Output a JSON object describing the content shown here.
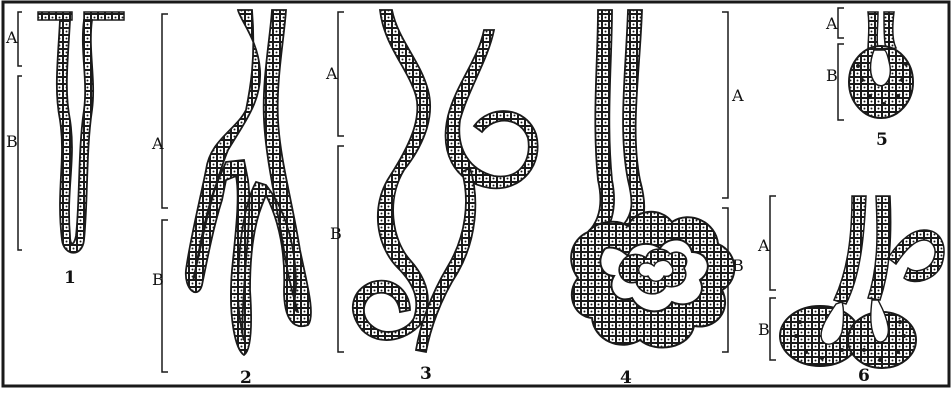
{
  "diagram": {
    "figures": [
      {
        "number": "1",
        "labels": [
          "A",
          "B"
        ]
      },
      {
        "number": "2",
        "labels": [
          "A",
          "B"
        ]
      },
      {
        "number": "3",
        "labels": [
          "A",
          "B"
        ]
      },
      {
        "number": "4",
        "labels": [
          "A",
          "B"
        ]
      },
      {
        "number": "5",
        "labels": [
          "A",
          "B"
        ]
      },
      {
        "number": "6",
        "labels": [
          "A",
          "B"
        ]
      }
    ]
  },
  "colors": {
    "ink": "#1a1a1a",
    "paper": "#ffffff"
  }
}
